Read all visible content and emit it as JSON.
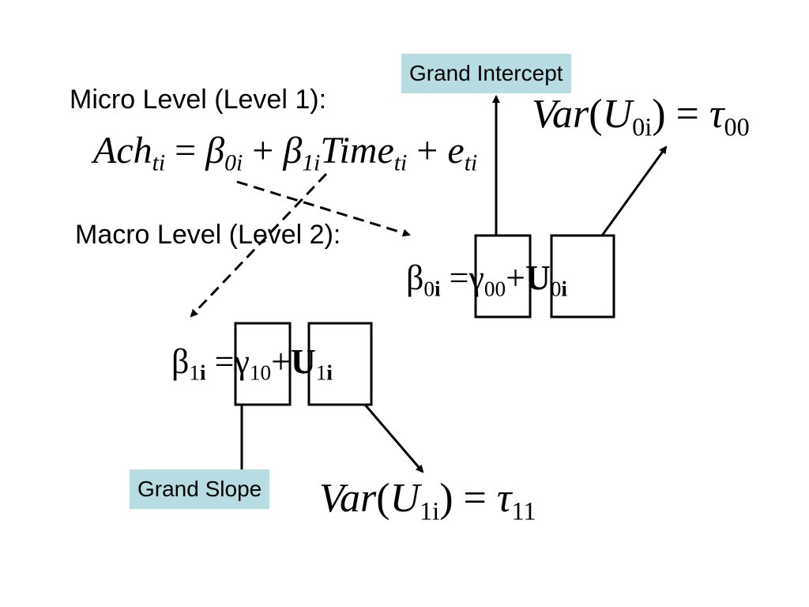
{
  "labels": {
    "micro_heading": "Micro Level (Level 1):",
    "macro_heading": "Macro Level (Level 2):",
    "grand_intercept": "Grand Intercept",
    "grand_slope": "Grand Slope"
  },
  "micro_equation": {
    "lhs": "Ach",
    "lhs_sub": "ti",
    "equals": "=",
    "beta0": "β",
    "beta0_sub": "0i",
    "plus1": "+",
    "beta1": "β",
    "beta1_sub": "1i",
    "time": "Time",
    "time_sub": "ti",
    "plus2": "+",
    "err": "e",
    "err_sub": "ti"
  },
  "beta0_equation": {
    "beta": "β",
    "beta_sub_num": "0",
    "beta_sub_i": "i",
    "equals": "=",
    "gamma": "γ",
    "gamma_sub": "00",
    "plus": "+",
    "u": "U",
    "u_sub_num": "0",
    "u_sub_i": "i"
  },
  "beta1_equation": {
    "beta": "β",
    "beta_sub_num": "1",
    "beta_sub_i": "i",
    "equals": "=",
    "gamma": "γ",
    "gamma_sub": "10",
    "plus": "+",
    "u": "U",
    "u_sub_num": "1",
    "u_sub_i": "i"
  },
  "var_u0": {
    "var": "Var",
    "open": "(",
    "u": "U",
    "u_sub": "0i",
    "close": ")",
    "equals": "=",
    "tau": "τ",
    "tau_sub": "00"
  },
  "var_u1": {
    "var": "Var",
    "open": "(",
    "u": "U",
    "u_sub": "1i",
    "close": ")",
    "equals": "=",
    "tau": "τ",
    "tau_sub": "11"
  },
  "colors": {
    "label_background": "#b7dde3",
    "ink": "#000000"
  }
}
